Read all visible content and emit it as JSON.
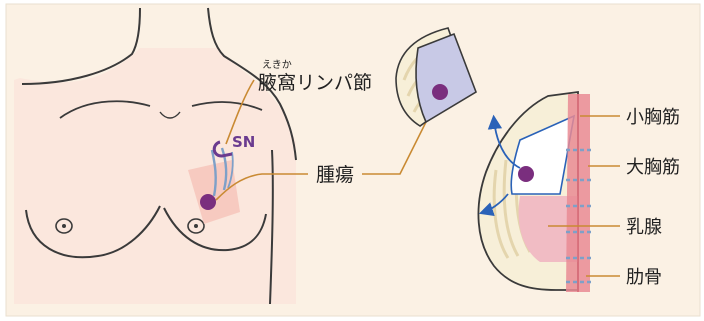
{
  "labels": {
    "ruby": "えきか",
    "axillary_nodes": "腋窩リンパ節",
    "sn": "SN",
    "tumor": "腫瘍",
    "pectoralis_minor": "小胸筋",
    "pectoralis_major": "大胸筋",
    "mammary_gland": "乳腺",
    "rib": "肋骨"
  },
  "colors": {
    "background": "#fbf1e4",
    "skin": "#fbe7dd",
    "outline": "#3a3a3a",
    "tumor": "#7a2e7e",
    "sn": "#6a3b8f",
    "leader": "#c98a33",
    "lymph": "#c8c9e6",
    "lymph_vessel": "#7ea0c8",
    "mammary": "#f1bcc4",
    "muscle": "#e98b94",
    "arrow": "#2a62b8",
    "fat_texture": "#e4d5ad"
  }
}
